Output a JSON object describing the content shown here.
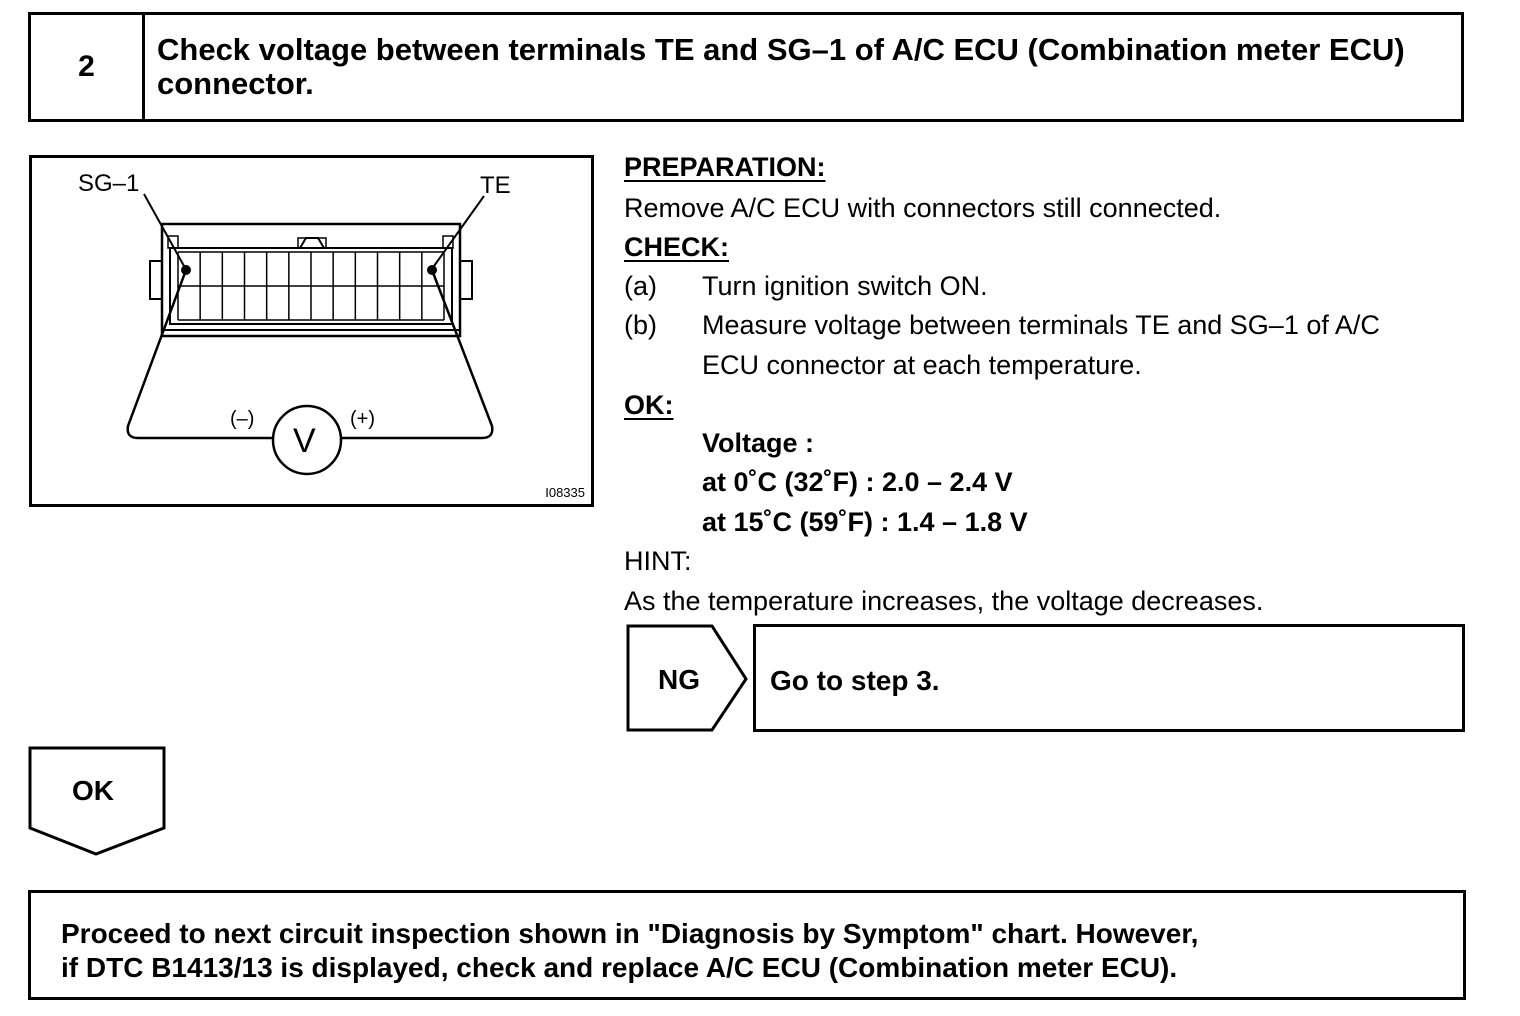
{
  "step": {
    "number": "2",
    "title": "Check voltage between terminals TE and SG–1 of A/C ECU (Combination meter ECU) connector."
  },
  "figure": {
    "label_sg1": "SG–1",
    "label_te": "TE",
    "label_minus": "(–)",
    "label_plus": "(+)",
    "meter_symbol": "V",
    "figure_id": "I08335"
  },
  "preparation": {
    "heading": "PREPARATION:",
    "text": "Remove A/C ECU with connectors still connected."
  },
  "check": {
    "heading": "CHECK:",
    "items": [
      {
        "marker": "(a)",
        "text": "Turn ignition switch ON."
      },
      {
        "marker": "(b)",
        "line1": "Measure voltage between terminals TE and SG–1 of A/C",
        "line2": "ECU connector at each temperature."
      }
    ]
  },
  "ok_spec": {
    "heading": "OK:",
    "label": "Voltage :",
    "lines": [
      "at 0˚C (32˚F) : 2.0 – 2.4 V",
      "at 15˚C (59˚F) : 1.4 – 1.8 V"
    ]
  },
  "hint": {
    "heading": "HINT:",
    "text": "As the temperature increases, the voltage decreases."
  },
  "ng_branch": {
    "label": "NG",
    "result": "Go to step 3."
  },
  "ok_branch": {
    "label": "OK"
  },
  "final": {
    "line1": "Proceed to next circuit inspection shown in \"Diagnosis by Symptom\" chart. However,",
    "line2": "if DTC B1413/13 is displayed, check and replace A/C ECU (Combination meter ECU)."
  }
}
